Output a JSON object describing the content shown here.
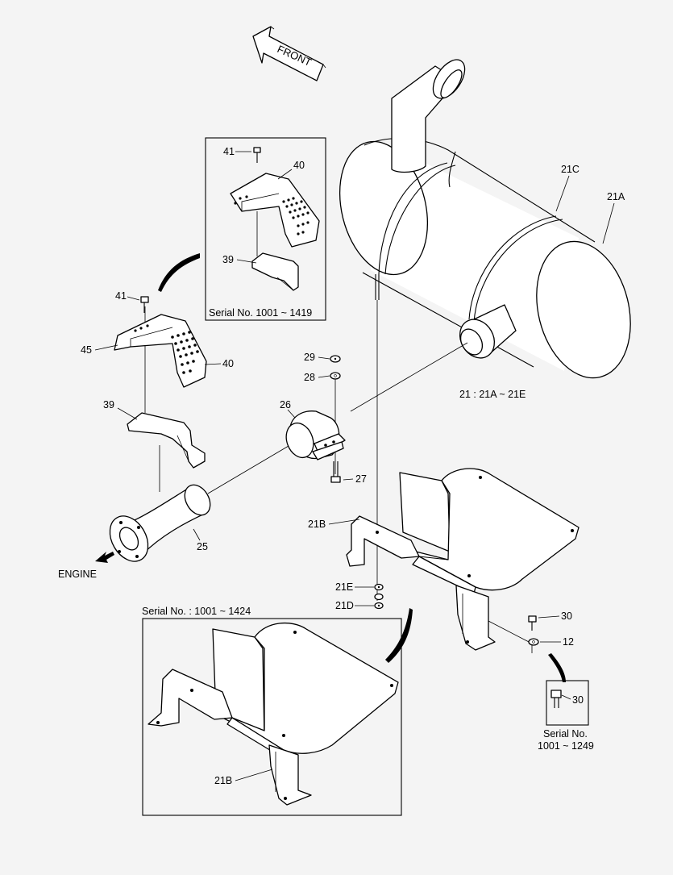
{
  "diagram": {
    "front_arrow_label": "FRONT",
    "engine_label": "ENGINE",
    "assembly_note": "21 : 21A ~ 21E",
    "callouts": {
      "c21a": "21A",
      "c21b": "21B",
      "c21b_inset": "21B",
      "c21c": "21C",
      "c21d": "21D",
      "c21e": "21E",
      "c12": "12",
      "c25": "25",
      "c26": "26",
      "c27": "27",
      "c28": "28",
      "c29": "29",
      "c30": "30",
      "c30_inset": "30",
      "c39": "39",
      "c39_inset": "39",
      "c40": "40",
      "c40_inset": "40",
      "c41": "41",
      "c41_inset": "41",
      "c45": "45"
    },
    "insets": {
      "guard": {
        "serial": "Serial No. 1001 ~ 1419"
      },
      "bracket": {
        "serial": "Serial No. : 1001 ~ 1424"
      },
      "bolt": {
        "serial_line1": "Serial No.",
        "serial_line2": "1001 ~ 1249"
      }
    }
  }
}
